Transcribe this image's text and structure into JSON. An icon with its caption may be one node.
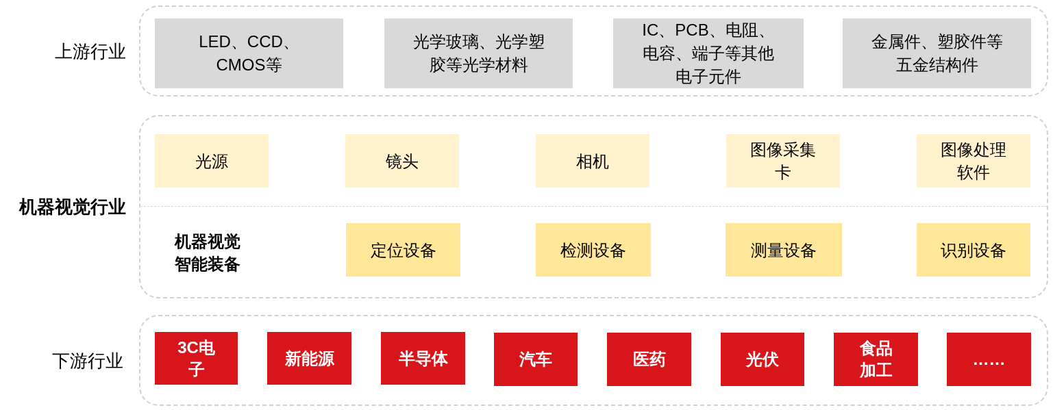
{
  "diagram": {
    "nodes": [
      {
        "text": [
          "上游行业"
        ]
      },
      {
        "text": [
          "LED、CCD、CMOS等"
        ],
        "in": 0
      },
      {
        "text": [
          "光学玻璃、光学塑胶等光学材料"
        ],
        "in": 0
      },
      {
        "text": [
          "IC、PCB、电阻、电容、端子等其他电子元件"
        ],
        "in": 0
      },
      {
        "text": [
          "金属件、塑胶件等五金结构件"
        ],
        "in": 0
      },
      {
        "text": [
          "机器视觉行业"
        ]
      },
      {
        "text": [
          "光源"
        ],
        "in": 5
      },
      {
        "text": [
          "镜头"
        ],
        "in": 5
      },
      {
        "text": [
          "相机"
        ],
        "in": 5
      },
      {
        "text": [
          "图像采集卡"
        ],
        "in": 5
      },
      {
        "text": [
          "图像处理软件"
        ],
        "in": 5
      },
      {
        "text": [
          "定位设备"
        ],
        "in": 5
      },
      {
        "text": [
          "检测设备"
        ],
        "in": 5
      },
      {
        "text": [
          "测量设备"
        ],
        "in": 5
      },
      {
        "text": [
          "识别设备"
        ],
        "in": 5
      },
      {
        "text": [
          "下游行业"
        ]
      },
      {
        "text": [
          "3C电子"
        ],
        "in": 15
      },
      {
        "text": [
          "新能源"
        ],
        "in": 15
      },
      {
        "text": [
          "半导体"
        ],
        "in": 15
      },
      {
        "text": [
          "汽车"
        ],
        "in": 15
      },
      {
        "text": [
          "医药"
        ],
        "in": 15
      },
      {
        "text": [
          "光伏"
        ],
        "in": 15
      },
      {
        "text": [
          "食品加工"
        ],
        "in": 15
      },
      {
        "text": [
          "……"
        ],
        "in": 15
      }
    ],
    "labels": [
      "机器视觉智能装备"
    ]
  }
}
